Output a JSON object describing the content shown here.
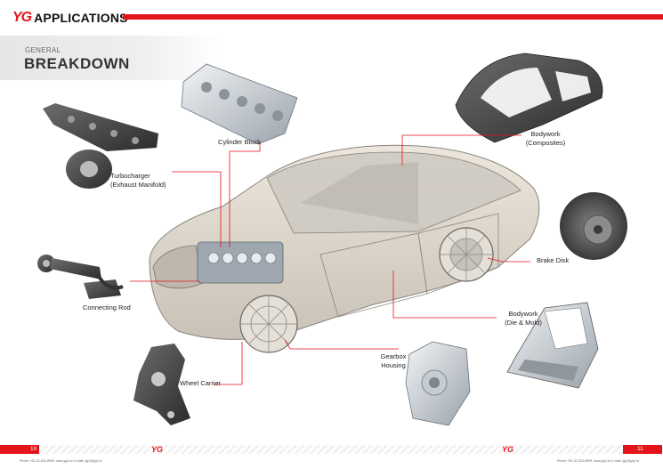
{
  "header": {
    "logo": "YG",
    "title": "APPLICATIONS",
    "accent_color": "#e3151b"
  },
  "section": {
    "small": "GENERAL",
    "big": "BREAKDOWN"
  },
  "labels": {
    "cylinder_block": "Cylinder Block",
    "turbocharger_1": "Turbocharger",
    "turbocharger_2": "(Exhaust Manifold)",
    "bodywork_composites_1": "Bodywork",
    "bodywork_composites_2": "(Composites)",
    "brake_disk": "Brake Disk",
    "connecting_rod": "Connecting Rod",
    "bodywork_die_1": "Bodywork",
    "bodywork_die_2": "(Die & Mold)",
    "gearbox_1": "Gearbox",
    "gearbox_2": "Housing",
    "wheel_carrier": "Wheel Carrier"
  },
  "footer": {
    "page_left": "10",
    "page_right": "11",
    "logo_left": "YG",
    "logo_right": "YG",
    "contact_left": "Phone +82-32-524-8999, www.yg1.kr/ e-mail: yg1@yg1.kr",
    "contact_right": "Phone +82-32-524-8999, www.yg1.kr/ e-mail: yg1@yg1.kr"
  }
}
